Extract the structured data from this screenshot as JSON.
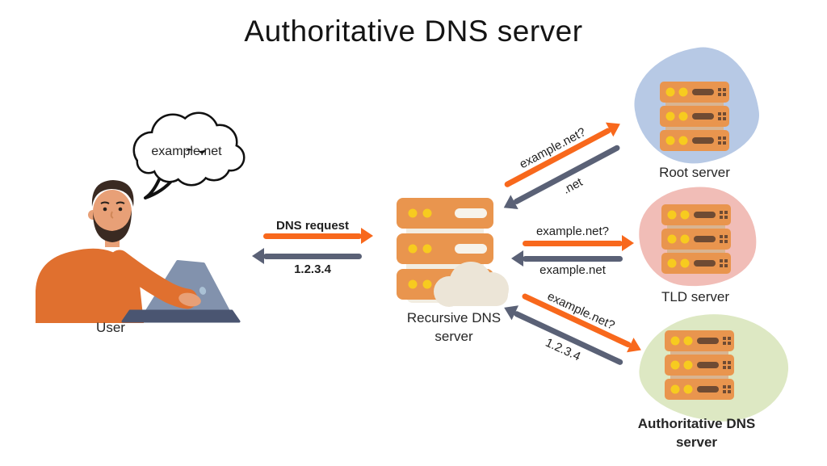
{
  "title": "Authoritative DNS server",
  "user": {
    "label": "User",
    "speech_bubble": "example.net"
  },
  "recursive_server": {
    "label_line1": "Recursive DNS",
    "label_line2": "server"
  },
  "servers": {
    "root": {
      "label": "Root server"
    },
    "tld": {
      "label": "TLD server"
    },
    "authoritative": {
      "label_line1": "Authoritative DNS",
      "label_line2": "server"
    }
  },
  "exchanges": {
    "user_recursive": {
      "request": "DNS request",
      "response": "1.2.3.4"
    },
    "recursive_root": {
      "request": "example.net?",
      "response": ".net"
    },
    "recursive_tld": {
      "request": "example.net?",
      "response": "example.net"
    },
    "recursive_auth": {
      "request": "example.net?",
      "response": "1.2.3.4"
    }
  },
  "colors": {
    "arrow_request_orange": "#F8681C",
    "arrow_response_gray": "#5A6176",
    "server_unit_orange": "#E9954E",
    "server_dot_yellow": "#F7CB1F",
    "server_bar_brown": "#6F4B33",
    "server_rack_tan": "#D9B491",
    "recursive_rack_cream": "#F2EDE1",
    "cloud_cream": "#ECE5D7",
    "blob_root_blue": "#B7C9E5",
    "blob_tld_pink": "#F1BDB7",
    "blob_auth_green": "#DDE8C3",
    "sweater_orange": "#E0702F",
    "laptop_gray": "#8292AD",
    "text_dark": "#1F1F1F"
  }
}
